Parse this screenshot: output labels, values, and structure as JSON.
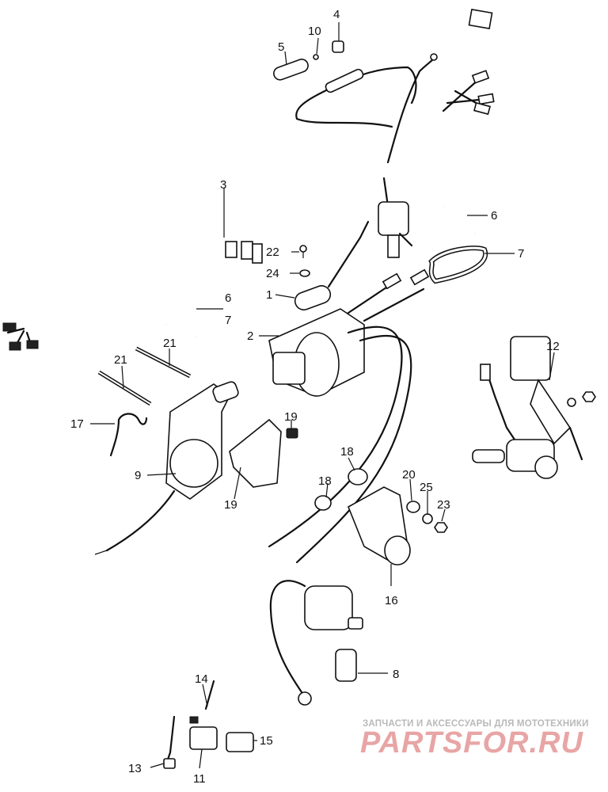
{
  "labels": {
    "l1": "1",
    "l2": "2",
    "l3": "3",
    "l4": "4",
    "l5": "5",
    "l6a": "6",
    "l6b": "6",
    "l7a": "7",
    "l7b": "7",
    "l8": "8",
    "l9": "9",
    "l10": "10",
    "l11": "11",
    "l12": "12",
    "l13": "13",
    "l14": "14",
    "l15": "15",
    "l16": "16",
    "l17": "17",
    "l18a": "18",
    "l18b": "18",
    "l19a": "19",
    "l19b": "19",
    "l20": "20",
    "l21a": "21",
    "l21b": "21",
    "l22": "22",
    "l23": "23",
    "l24": "24",
    "l25": "25"
  },
  "watermark": {
    "tagline": "ЗАПЧАСТИ И АКСЕССУАРЫ ДЛЯ МОТОТЕХНИКИ",
    "logo": "PARTSFOR.RU"
  }
}
